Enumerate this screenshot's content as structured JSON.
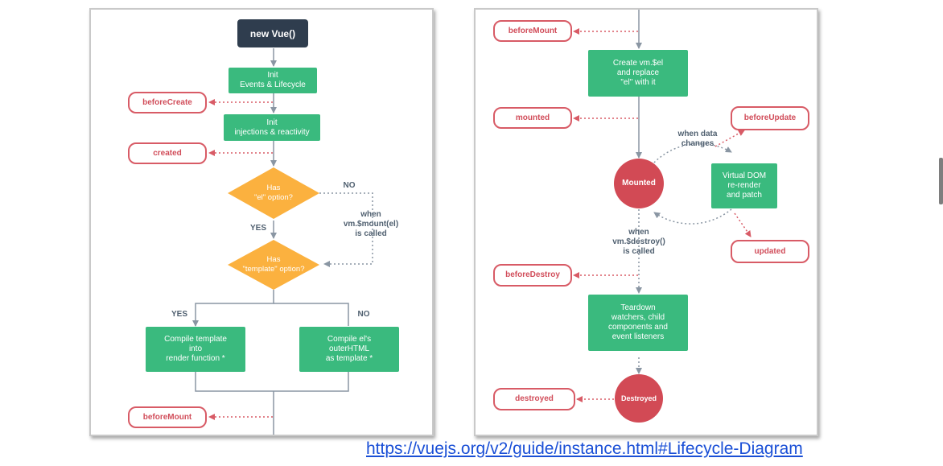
{
  "colors": {
    "green": "#3aba7e",
    "dark": "#2f3d4e",
    "hook_red": "#d85b66",
    "circle_red": "#d24a55",
    "diamond_orange": "#fbb13f",
    "line_gray": "#8a96a3",
    "link_blue": "#1a4fd6"
  },
  "left": {
    "new_vue": "new Vue()",
    "init_events": "Init\nEvents & Lifecycle",
    "before_create": "beforeCreate",
    "init_injections": "Init\ninjections & reactivity",
    "created": "created",
    "has_el": "Has\n\"el\" option?",
    "no_1": "NO",
    "when_mount": "when\nvm.$mount(el)\nis called",
    "yes_1": "YES",
    "has_template": "Has\n\"template\" option?",
    "yes_2": "YES",
    "no_2": "NO",
    "compile_template": "Compile template\ninto\nrender function *",
    "compile_el": "Compile el's\nouterHTML\nas template *",
    "before_mount": "beforeMount"
  },
  "right": {
    "before_mount": "beforeMount",
    "create_el": "Create vm.$el\nand replace\n\"el\" with it",
    "mounted_hook": "mounted",
    "before_update": "beforeUpdate",
    "when_data": "when data\nchanges",
    "mounted_circle": "Mounted",
    "virtual_dom": "Virtual DOM\nre-render\nand patch",
    "when_destroy": "when\nvm.$destroy()\nis called",
    "updated": "updated",
    "before_destroy": "beforeDestroy",
    "teardown": "Teardown\nwatchers, child\ncomponents and\nevent listeners",
    "destroyed_hook": "destroyed",
    "destroyed_circle": "Destroyed"
  },
  "link": "https://vuejs.org/v2/guide/instance.html#Lifecycle-Diagram"
}
